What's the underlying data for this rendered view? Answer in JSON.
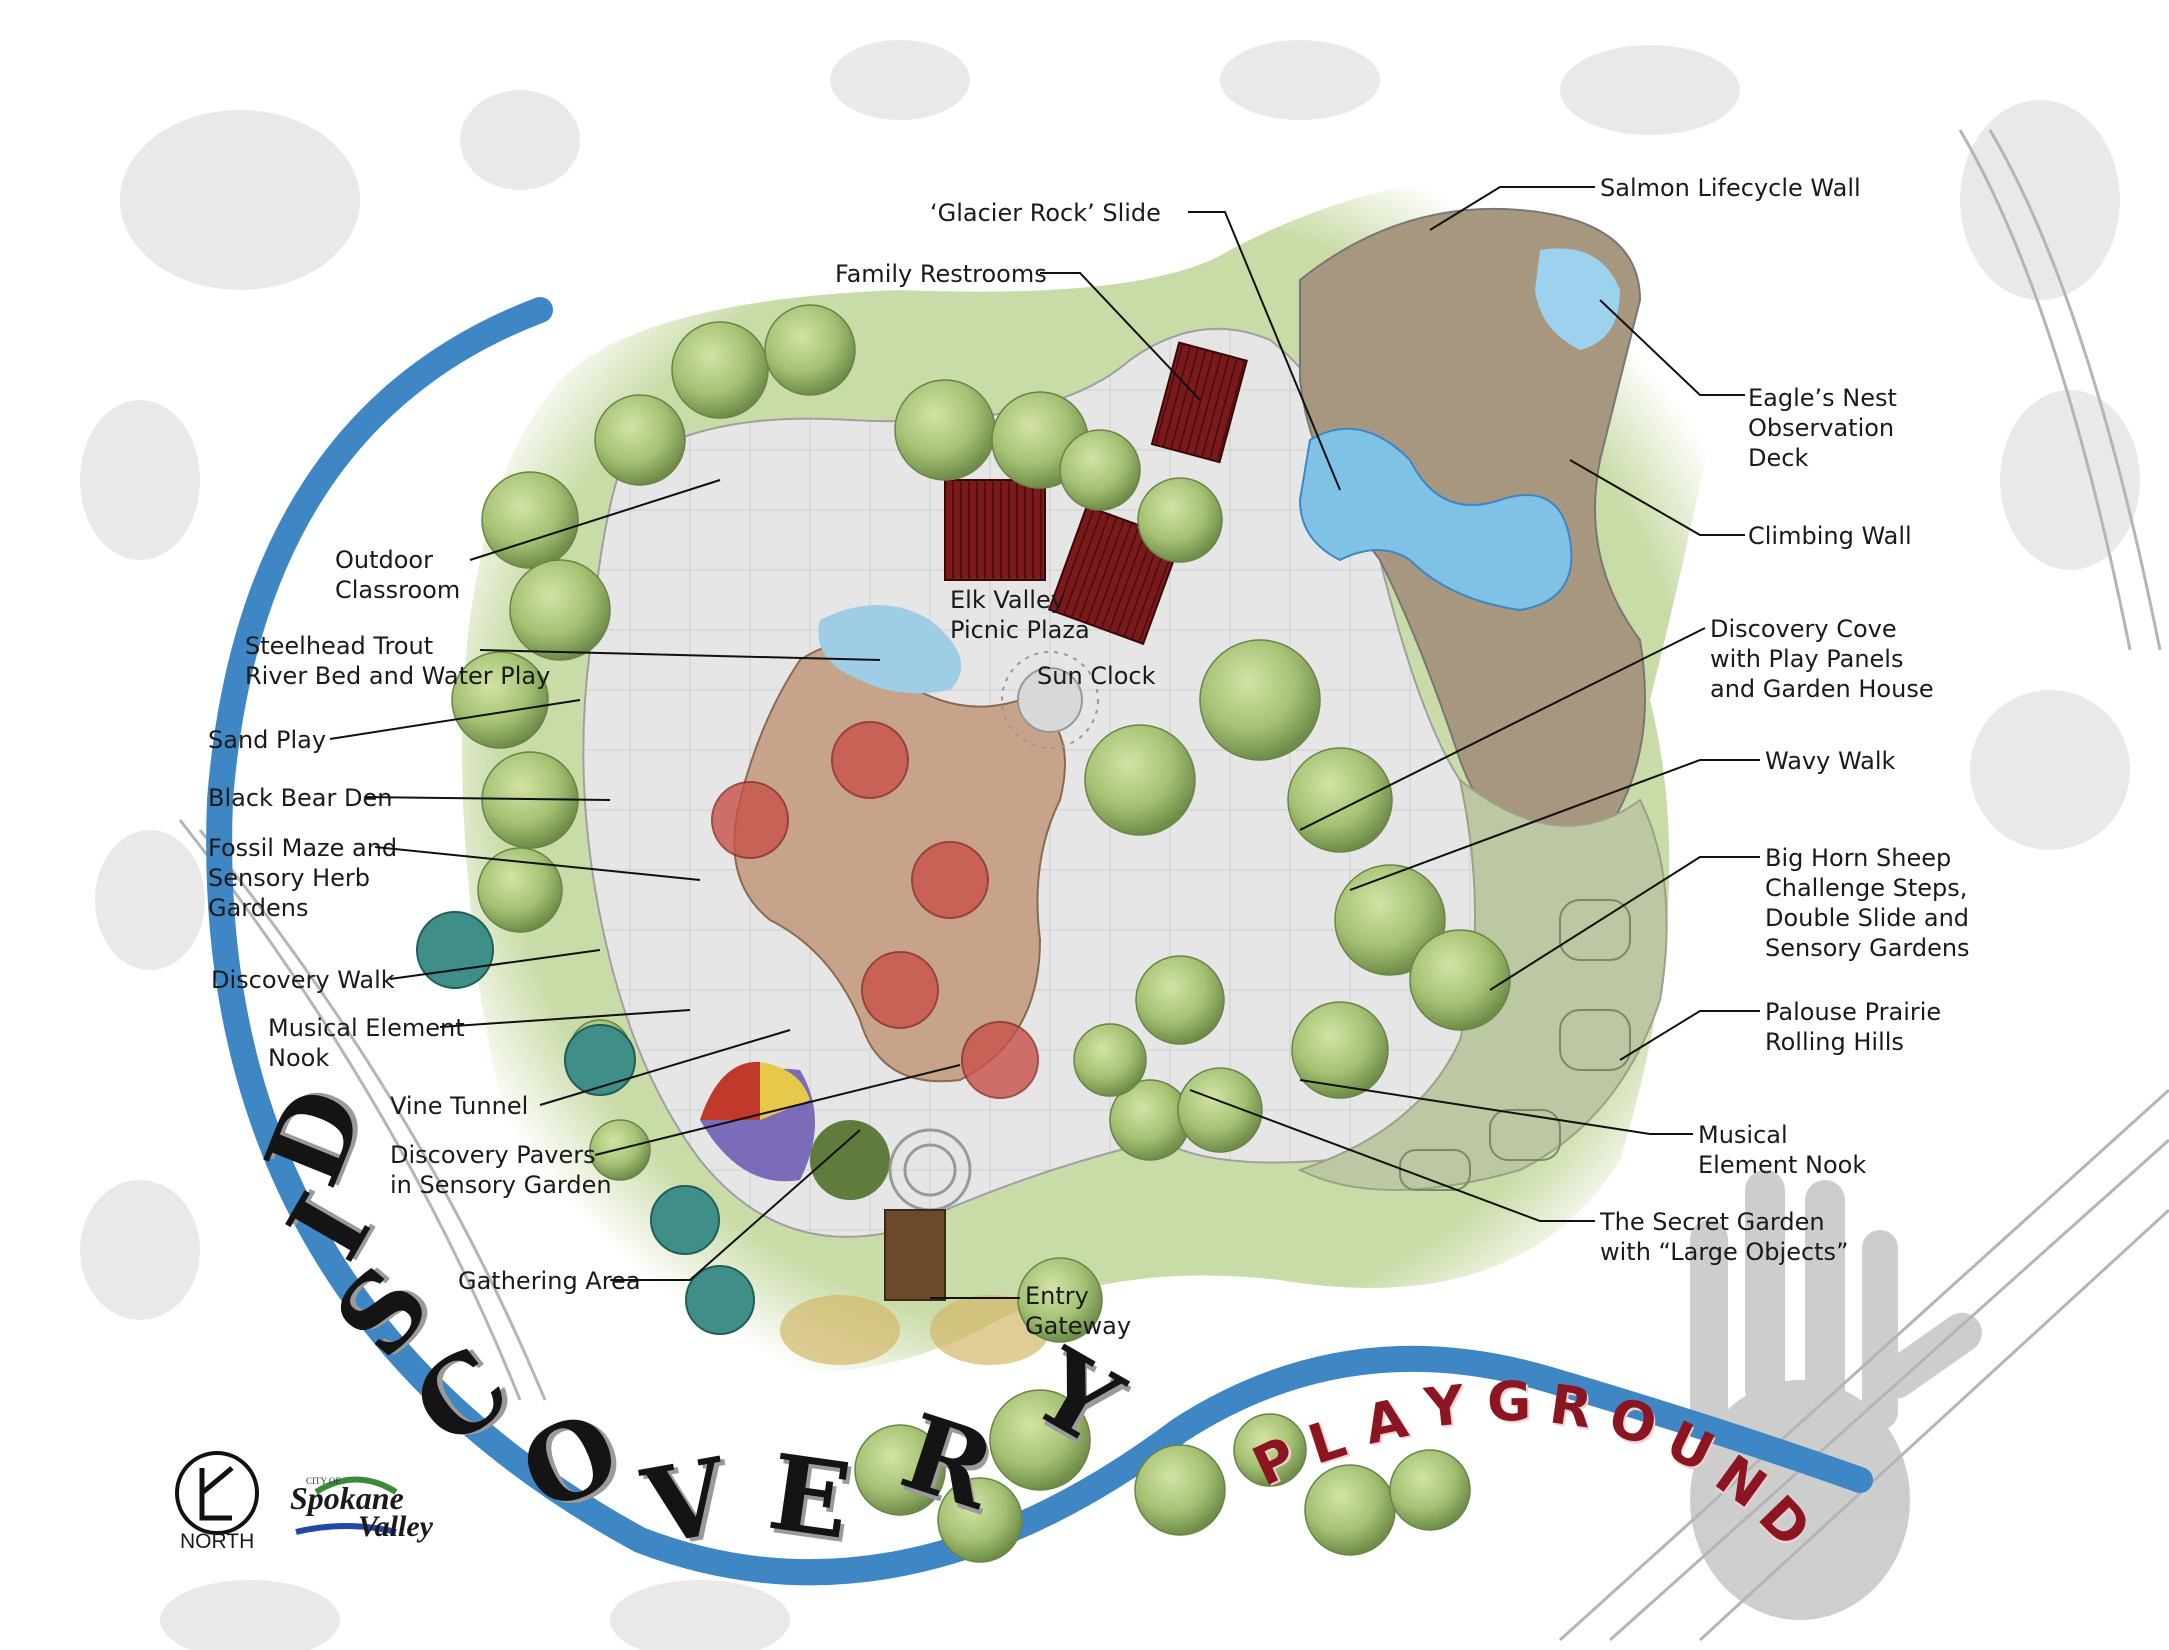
{
  "map": {
    "colors": {
      "background": "#ffffff",
      "grass_halo": "#c9dba6",
      "paving": "#e6e6e6",
      "blue_arc": "#3f87c4",
      "play_sand": "#a8977f",
      "water": "#7fc2e6",
      "tree": "#a5c274",
      "red_roof": "#7a1a1a",
      "playground_red": "#8b1622"
    },
    "labels": [
      {
        "id": "salmon-lifecycle-wall",
        "text": "Salmon Lifecycle Wall"
      },
      {
        "id": "glacier-rock-slide",
        "text": "‘Glacier Rock’ Slide"
      },
      {
        "id": "family-restrooms",
        "text": "Family Restrooms"
      },
      {
        "id": "eagles-nest",
        "text": "Eagle’s Nest\nObservation\nDeck"
      },
      {
        "id": "climbing-wall",
        "text": "Climbing Wall"
      },
      {
        "id": "outdoor-classroom",
        "text": "Outdoor\nClassroom"
      },
      {
        "id": "elk-valley",
        "text": "Elk Valley\nPicnic Plaza"
      },
      {
        "id": "discovery-cove",
        "text": "Discovery Cove\nwith Play Panels\nand Garden House"
      },
      {
        "id": "steelhead-trout",
        "text": "Steelhead Trout\nRiver Bed and Water Play"
      },
      {
        "id": "sun-clock",
        "text": "Sun Clock"
      },
      {
        "id": "sand-play",
        "text": "Sand Play"
      },
      {
        "id": "wavy-walk",
        "text": "Wavy Walk"
      },
      {
        "id": "black-bear-den",
        "text": "Black Bear Den"
      },
      {
        "id": "fossil-maze",
        "text": "Fossil Maze and\nSensory Herb\nGardens"
      },
      {
        "id": "big-horn-sheep",
        "text": "Big Horn Sheep\nChallenge Steps,\nDouble Slide and\nSensory Gardens"
      },
      {
        "id": "discovery-walk",
        "text": "Discovery  Walk"
      },
      {
        "id": "palouse-prairie",
        "text": "Palouse Prairie\nRolling Hills"
      },
      {
        "id": "musical-nook-left",
        "text": "Musical Element\nNook"
      },
      {
        "id": "vine-tunnel",
        "text": "Vine Tunnel"
      },
      {
        "id": "musical-nook-right",
        "text": "Musical\nElement Nook"
      },
      {
        "id": "discovery-pavers",
        "text": "Discovery Pavers\nin Sensory Garden"
      },
      {
        "id": "secret-garden",
        "text": "The Secret Garden\nwith “Large Objects”"
      },
      {
        "id": "gathering-area",
        "text": "Gathering Area"
      },
      {
        "id": "entry-gateway",
        "text": "Entry\nGateway"
      }
    ],
    "title_letters": [
      "D",
      "I",
      "S",
      "C",
      "O",
      "V",
      "E",
      "R",
      "Y"
    ],
    "subtitle_letters": [
      "P",
      "L",
      "A",
      "Y",
      "G",
      "R",
      "O",
      "U",
      "N",
      "D"
    ],
    "north_label": "NORTH",
    "logo": {
      "small": "CITY OF",
      "line1": "Spokane",
      "line2": "Valley"
    },
    "icons": [
      "north-arrow-icon",
      "spokane-valley-logo-icon",
      "handprint-icon",
      "tree-icon"
    ]
  }
}
